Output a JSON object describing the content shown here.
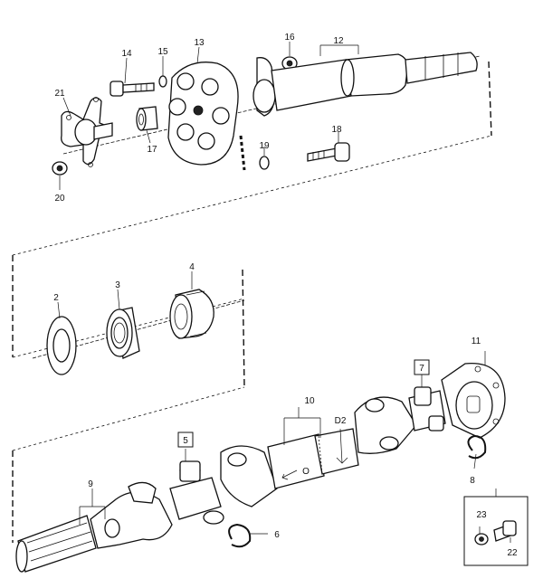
{
  "callouts": {
    "c2": "2",
    "c3": "3",
    "c4": "4",
    "c5": "5",
    "c6": "6",
    "c7": "7",
    "c8": "8",
    "c9": "9",
    "c10": "10",
    "c11": "11",
    "c12": "12",
    "c13": "13",
    "c14": "14",
    "c15": "15",
    "c16": "16",
    "c17": "17",
    "c18": "18",
    "c19": "19",
    "c20": "20",
    "c21": "21",
    "c22": "22",
    "c23": "23"
  },
  "markings": {
    "d2": "D2",
    "arrow_o": "O"
  },
  "boxed_callouts": [
    "5",
    "7"
  ]
}
